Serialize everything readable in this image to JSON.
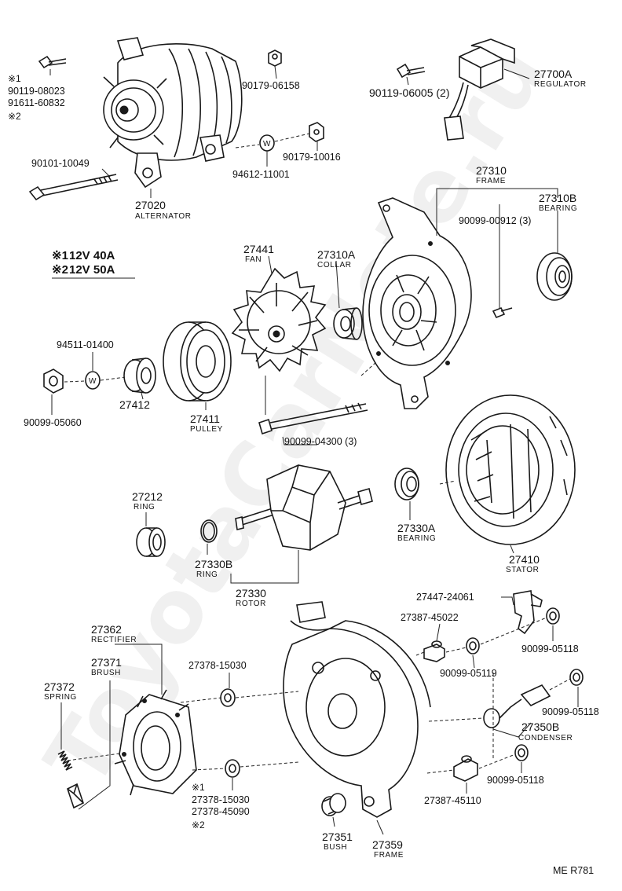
{
  "watermark": "ToyotaCarNote.ru",
  "diagram_code": "ME R781",
  "legend": {
    "row1_mark": "※1",
    "row1_text": "12V  40A",
    "row2_mark": "※2",
    "row2_text": "12V  50A"
  },
  "parts": {
    "p90119_08023": {
      "mark": "※1",
      "number": "90119-08023"
    },
    "p91611_60832": {
      "number": "91611-60832",
      "mark": "※2"
    },
    "p90101_10049": {
      "number": "90101-10049"
    },
    "p27020": {
      "number": "27020",
      "name": "ALTERNATOR"
    },
    "p90179_06158": {
      "number": "90179-06158"
    },
    "p90179_10016": {
      "number": "90179-10016"
    },
    "p94612_11001": {
      "number": "94612-11001"
    },
    "p90119_06005": {
      "number": "90119-06005 (2)"
    },
    "p27700A": {
      "number": "27700A",
      "name": "REGULATOR"
    },
    "p27310": {
      "number": "27310",
      "name": "FRAME"
    },
    "p27310B": {
      "number": "27310B",
      "name": "BEARING"
    },
    "p90099_00912": {
      "number": "90099-00912 (3)"
    },
    "p27441": {
      "number": "27441",
      "name": "FAN"
    },
    "p27310A": {
      "number": "27310A",
      "name": "COLLAR"
    },
    "p94511_01400": {
      "number": "94511-01400"
    },
    "p90099_05060": {
      "number": "90099-05060"
    },
    "p27412": {
      "number": "27412"
    },
    "p27411": {
      "number": "27411",
      "name": "PULLEY"
    },
    "p90099_04300": {
      "number": "90099-04300 (3)"
    },
    "p27212": {
      "number": "27212",
      "name": "RING"
    },
    "p27330B": {
      "number": "27330B",
      "name": "RING"
    },
    "p27330": {
      "number": "27330",
      "name": "ROTOR"
    },
    "p27330A": {
      "number": "27330A",
      "name": "BEARING"
    },
    "p27410": {
      "number": "27410",
      "name": "STATOR"
    },
    "p27447_24061": {
      "number": "27447-24061"
    },
    "p27387_45022": {
      "number": "27387-45022"
    },
    "p90099_05118a": {
      "number": "90099-05118"
    },
    "p90099_05119": {
      "number": "90099-05119"
    },
    "p27362": {
      "number": "27362",
      "name": "RECTIFIER"
    },
    "p27371": {
      "number": "27371",
      "name": "BRUSH"
    },
    "p27372": {
      "number": "27372",
      "name": "SPRING"
    },
    "p27378_15030a": {
      "number": "27378-15030"
    },
    "p90099_05118b": {
      "number": "90099-05118"
    },
    "p27350B": {
      "number": "27350B",
      "name": "CONDENSER"
    },
    "p90099_05118c": {
      "number": "90099-05118"
    },
    "p27387_45110": {
      "number": "27387-45110"
    },
    "p27378_15030b": {
      "mark": "※1",
      "number": "27378-15030"
    },
    "p27378_45090": {
      "number": "27378-45090",
      "mark": "※2"
    },
    "p27351": {
      "number": "27351",
      "name": "BUSH"
    },
    "p27359": {
      "number": "27359",
      "name": "FRAME"
    }
  }
}
